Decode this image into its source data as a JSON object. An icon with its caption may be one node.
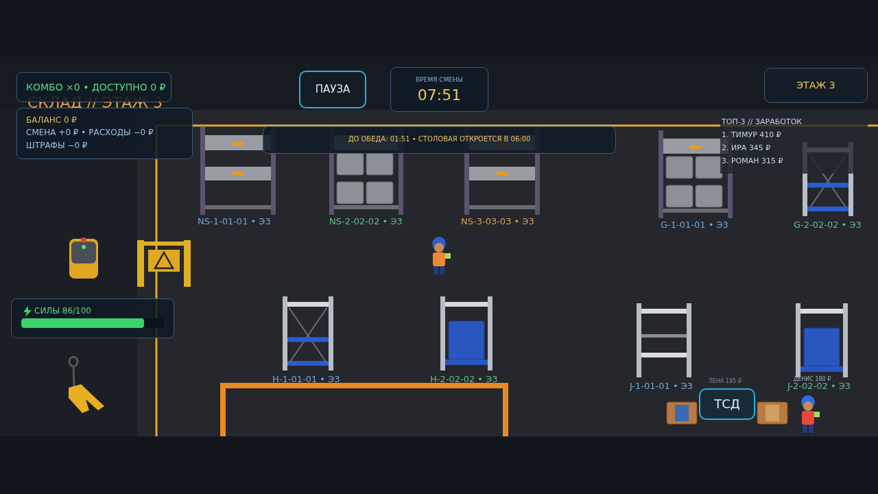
{
  "diagram": {
    "title": "СКЛАД // ЭТАЖ 3",
    "labels": [
      "КОМБО ×0 • ДОСТУПНО 0 ₽",
      "ПАУЗА",
      "ВРЕМЯ СМЕНЫ",
      "07:51",
      "ЭТАЖ 3",
      "БАЛАНС 0 ₽",
      "СМЕНА +0 ₽ • РАСХОДЫ −0 ₽",
      "ШТРАФЫ −0 ₽",
      "ДО ОБЕДА: 01:51 • СТОЛОВАЯ ОТКРОЕТСЯ В 06:00",
      "ТОП-3 // ЗАРАБОТОК",
      "1. ТИМУР 410 ₽",
      "2. ИРА 345 ₽",
      "3. РОМАН 315 ₽",
      "NS-1-01-01 • Э3",
      "NS-2-02-02 • Э3",
      "NS-3-03-03 • Э3",
      "G-1-01-01 • Э3",
      "G-2-02-02 • Э3",
      "СИЛЫ 86/100",
      "H-1-01-01 • Э3",
      "H-2-02-02 • Э3",
      "J-1-01-01 • Э3",
      "ЛЕНА 185 ₽",
      "ТСД",
      "ДЕНИС 180 ₽",
      "J-2-02-02 • Э3"
    ]
  }
}
